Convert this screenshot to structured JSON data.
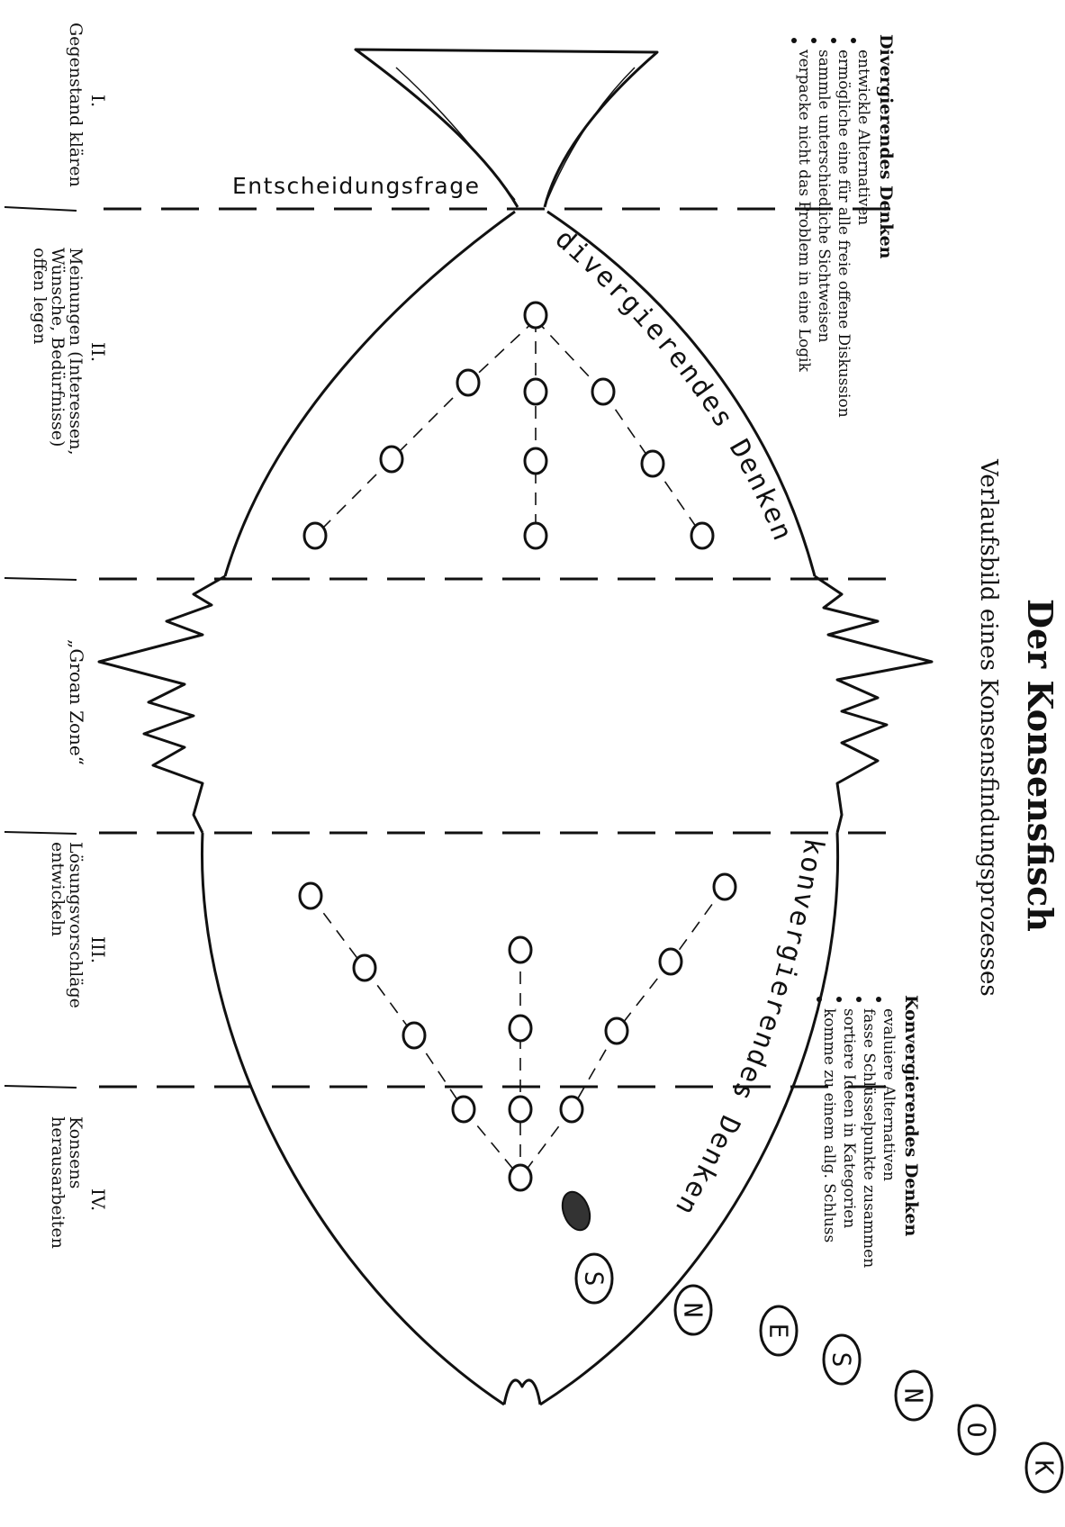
{
  "title": "Der Konsensfisch",
  "subtitle": "Verlaufsbild eines Konsensfindungsprozesses",
  "decision_label": "Entscheidungsfrage",
  "divergent_label": "divergierendes Denken",
  "convergent_label": "konvergierendes Denken",
  "divergent_box": {
    "heading": "Divergierendes Denken",
    "items": [
      "entwickle Alternativen",
      "ermögliche eine für alle freie offene Diskussion",
      "sammle unterschiedliche Sichtweisen",
      "verpacke nicht das Problem in eine Logik"
    ]
  },
  "convergent_box": {
    "heading": "Konvergierendes Denken",
    "items": [
      "evaluiere Alternativen",
      "fasse Schlüsselpunkte zusammen",
      "sortiere Ideen in Kategorien",
      "komme zu einem allg. Schluss"
    ]
  },
  "phases": [
    {
      "numeral": "I.",
      "lines": [
        "Gegenstand klären"
      ]
    },
    {
      "numeral": "II.",
      "lines": [
        "Meinungen (Interessen,",
        "Wünsche, Bedürfnisse)",
        "offen legen"
      ]
    },
    {
      "numeral": "",
      "lines": [
        "„Groan Zone“"
      ]
    },
    {
      "numeral": "III.",
      "lines": [
        "Lösungsvorschläge",
        "entwickeln"
      ]
    },
    {
      "numeral": "IV.",
      "lines": [
        "Konsens",
        "herausarbeiten"
      ]
    }
  ],
  "bubbles": [
    "K",
    "O",
    "N",
    "S",
    "E",
    "N",
    "S"
  ],
  "colors": {
    "ink": "#111111",
    "paper": "#ffffff"
  }
}
